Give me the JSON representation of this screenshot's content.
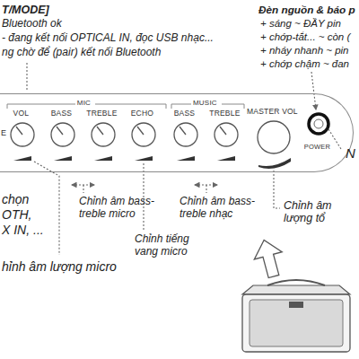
{
  "diagram": {
    "nodes": [
      {
        "text": [
          "MIC",
          "VOL",
          "BASS",
          "TREBLE",
          "ECHO",
          "MUSIC",
          "BASS",
          "TREBLE",
          "MASTER VOL",
          "POWER",
          "E"
        ]
      }
    ],
    "labels": [
      "T/MODE]",
      "Bluetooth ok",
      "- đang kết nối OPTICAL IN, đọc USB nhạc...",
      "ng chờ để (pair) kết nối Bluetooth",
      "Đèn nguồn & báo p",
      "+ sáng ~ ĐẦY pin",
      "+ chớp-tắt... ~ còn (",
      "+ nháy nhanh ~ pin",
      "+ chớp chậm ~ đan",
      "chọn",
      "OTH,",
      "X IN, ...",
      "Chỉnh âm bass-treble micro",
      "Chỉnh tiếng vang micro",
      "Chỉnh âm bass-treble nhạc",
      "Chỉnh âm lượng tổ",
      "hỉnh âm lượng micro",
      "N"
    ]
  }
}
